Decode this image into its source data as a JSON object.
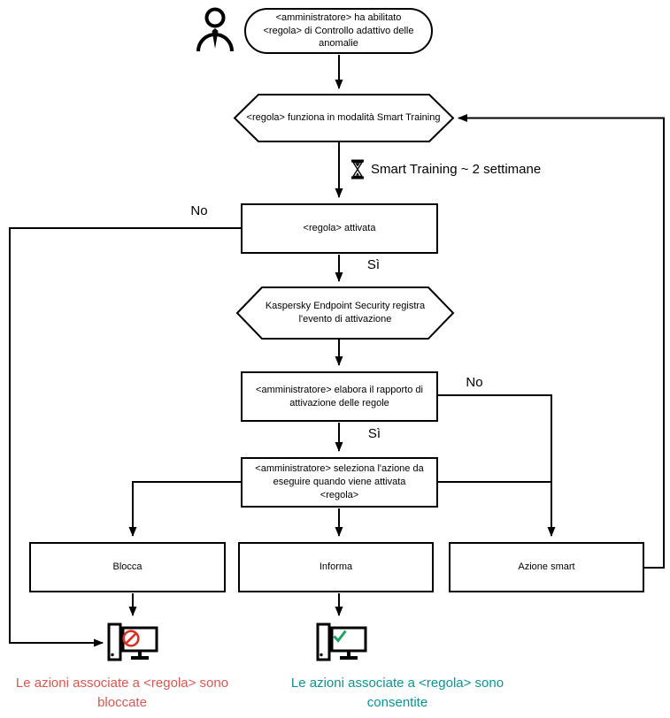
{
  "diagram": {
    "title_context": "Adaptive Anomaly Control rule flowchart (Italian)",
    "nodes": {
      "start": "<amministratore> ha abilitato <regola> di Controllo adattivo delle anomalie",
      "smart_training_mode": "<regola> funziona in modalità Smart Training",
      "rule_triggered": "<regola> attivata",
      "logs_event": "Kaspersky Endpoint Security registra l'evento di attivazione",
      "admin_processes_report": "<amministratore> elabora il rapporto di attivazione delle regole",
      "admin_selects_action": "<amministratore> seleziona l'azione da eseguire quando viene attivata <regola>",
      "block": "Blocca",
      "inform": "Informa",
      "smart_action": "Azione smart"
    },
    "edge_labels": {
      "no_rule_not_triggered": "No",
      "yes_rule_triggered": "Sì",
      "no_report_not_processed": "No",
      "yes_report_processed": "Sì"
    },
    "timer_label": "Smart Training ~ 2 settimane",
    "outcomes": {
      "blocked": "Le azioni associate a <regola> sono bloccate",
      "allowed": "Le azioni associate a <regola> sono consentite"
    },
    "icons": {
      "actor": "person-icon",
      "timer": "hourglass-icon",
      "blocked_pc": "computer-blocked-icon",
      "allowed_pc": "computer-allowed-icon"
    },
    "colors": {
      "line": "#000000",
      "node_border": "#000000",
      "blocked_text": "#d45953",
      "allowed_text": "#0f9191",
      "prohibition_sign": "#d63327",
      "check_mark": "#1da463"
    }
  }
}
